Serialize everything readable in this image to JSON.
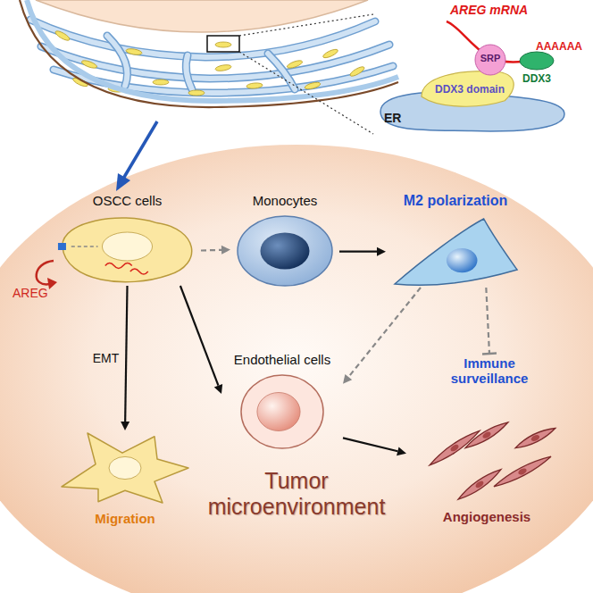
{
  "diagram": {
    "nodes": [
      {
        "text": [
          "OSCC cells"
        ]
      },
      {
        "text": [
          "Monocytes"
        ]
      },
      {
        "text": [
          "M2 polarization"
        ]
      },
      {
        "text": [
          "Endothelial cells"
        ]
      },
      {
        "text": [
          "Migration"
        ]
      },
      {
        "text": [
          "Angiogenesis"
        ]
      },
      {
        "text": [
          "Immune surveillance"
        ]
      },
      {
        "text": [
          "ER"
        ]
      },
      {
        "text": [
          "DDX3 domain"
        ]
      },
      {
        "text": [
          "SRP"
        ]
      },
      {
        "text": [
          "DDX3"
        ]
      }
    ],
    "edges": [
      {
        "from": 0,
        "to": 1,
        "arrow": "to"
      },
      {
        "from": 1,
        "to": 2,
        "arrow": "to"
      },
      {
        "from": 2,
        "to": 3,
        "arrow": "to"
      },
      {
        "from": 2,
        "to": 6,
        "arrow": "to"
      },
      {
        "from": 0,
        "to": 3,
        "arrow": "to"
      },
      {
        "from": 0,
        "to": 4,
        "label": "EMT",
        "arrow": "to"
      },
      {
        "from": 3,
        "to": 5,
        "arrow": "to"
      }
    ],
    "labels": [
      "AREG mRNA",
      "AAAAAA",
      "AREG",
      "Tumor microenvironment"
    ]
  }
}
